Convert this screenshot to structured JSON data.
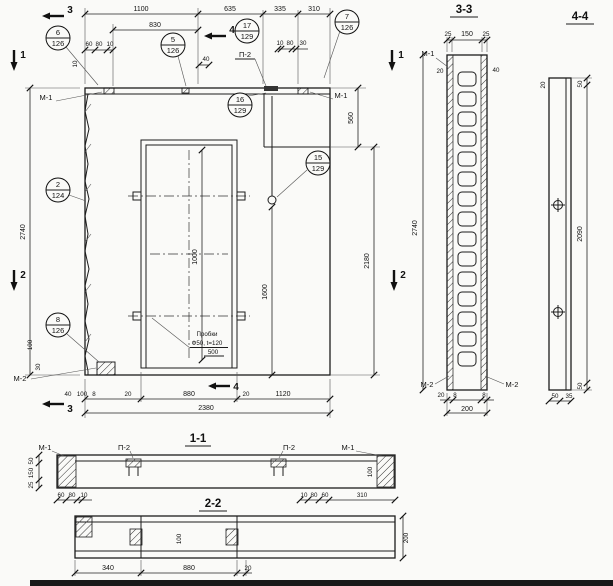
{
  "colors": {
    "ink": "#1c1c1c",
    "paper": "#fafaf8"
  },
  "titles": {
    "s11": "1-1",
    "s22": "2-2",
    "s33": "3-3",
    "s44": "4-4"
  },
  "marks": {
    "m1": "1",
    "m2": "2",
    "m3": "3",
    "m4": "4"
  },
  "labels": {
    "m1": "М-1",
    "m2": "М-2",
    "p2": "П-2"
  },
  "callouts": {
    "c2": {
      "num": "2",
      "sheet": "124"
    },
    "c5": {
      "num": "5",
      "sheet": "126"
    },
    "c6": {
      "num": "6",
      "sheet": "126"
    },
    "c7": {
      "num": "7",
      "sheet": "126"
    },
    "c8": {
      "num": "8",
      "sheet": "126"
    },
    "c15": {
      "num": "15",
      "sheet": "129"
    },
    "c16": {
      "num": "16",
      "sheet": "129"
    },
    "c17": {
      "num": "17",
      "sheet": "129"
    }
  },
  "note": {
    "l1": "Пробки",
    "l2": "Ф50, t=120",
    "l3": "500"
  },
  "main": {
    "top": [
      "1100",
      "635",
      "335",
      "310"
    ],
    "top2": "830",
    "tl": [
      "60",
      "80",
      "10"
    ],
    "t40": "40",
    "tr": [
      "10",
      "80",
      "30"
    ],
    "h": "2740",
    "t10": "10",
    "r1": "560",
    "r2": "2180",
    "v1": "1000",
    "v2": "1600",
    "bs": [
      "40",
      "100",
      "8"
    ],
    "bv": [
      "100",
      "30"
    ],
    "b": [
      "20",
      "880",
      "20",
      "1120"
    ],
    "w": "2380"
  },
  "s33": {
    "top": [
      "25",
      "150",
      "25"
    ],
    "h": "2740",
    "l20": "20",
    "r40": "40",
    "b": [
      "20",
      "8",
      "8"
    ],
    "w": "200"
  },
  "s44": {
    "r": [
      "50",
      "2090",
      "50"
    ],
    "b": [
      "50",
      "35"
    ],
    "l20": "20"
  },
  "s11": {
    "l": [
      "50",
      "150",
      "25"
    ],
    "r": "100",
    "bl": [
      "60",
      "80",
      "10"
    ],
    "br": [
      "10",
      "80",
      "60",
      "310"
    ]
  },
  "s22": {
    "v": "100",
    "r": "200",
    "b": [
      "340",
      "880",
      "20"
    ]
  }
}
